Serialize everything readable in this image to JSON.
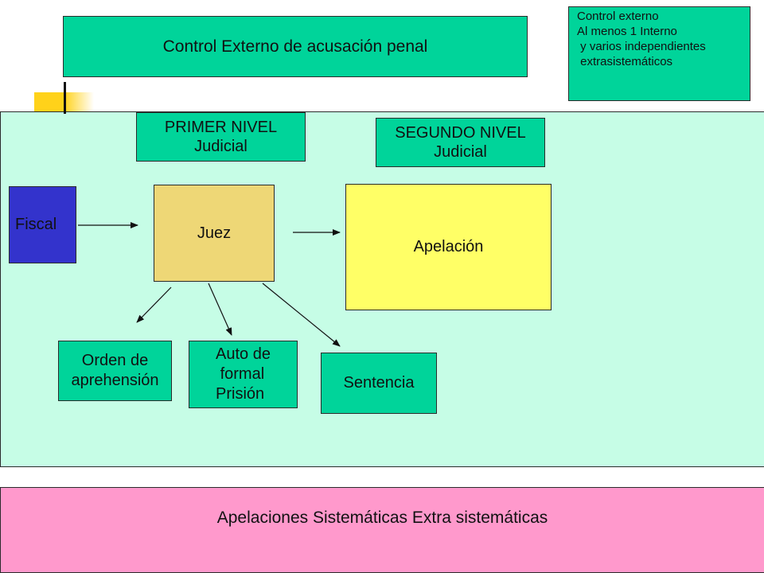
{
  "title": "Control Externo de acusación penal",
  "note": "Control externo\nAl menos 1 Interno\n y varios independientes\n extrasistemáticos",
  "level1": "PRIMER NIVEL\nJudicial",
  "level2": "SEGUNDO NIVEL\nJudicial",
  "nodes": {
    "fiscal": "Fiscal",
    "juez": "Juez",
    "apelacion": "Apelación",
    "orden": "Orden de\naprehensión",
    "auto": "Auto de\n formal\nPrisión",
    "sentencia": "Sentencia"
  },
  "bottom": "Apelaciones Sistemáticas Extra sistemáticas",
  "colors": {
    "green": "#00d49a",
    "panel": "#c6fde6",
    "pink": "#ff99cc",
    "blue": "#3333cc",
    "tan": "#eed776",
    "yellow": "#ffff66"
  }
}
